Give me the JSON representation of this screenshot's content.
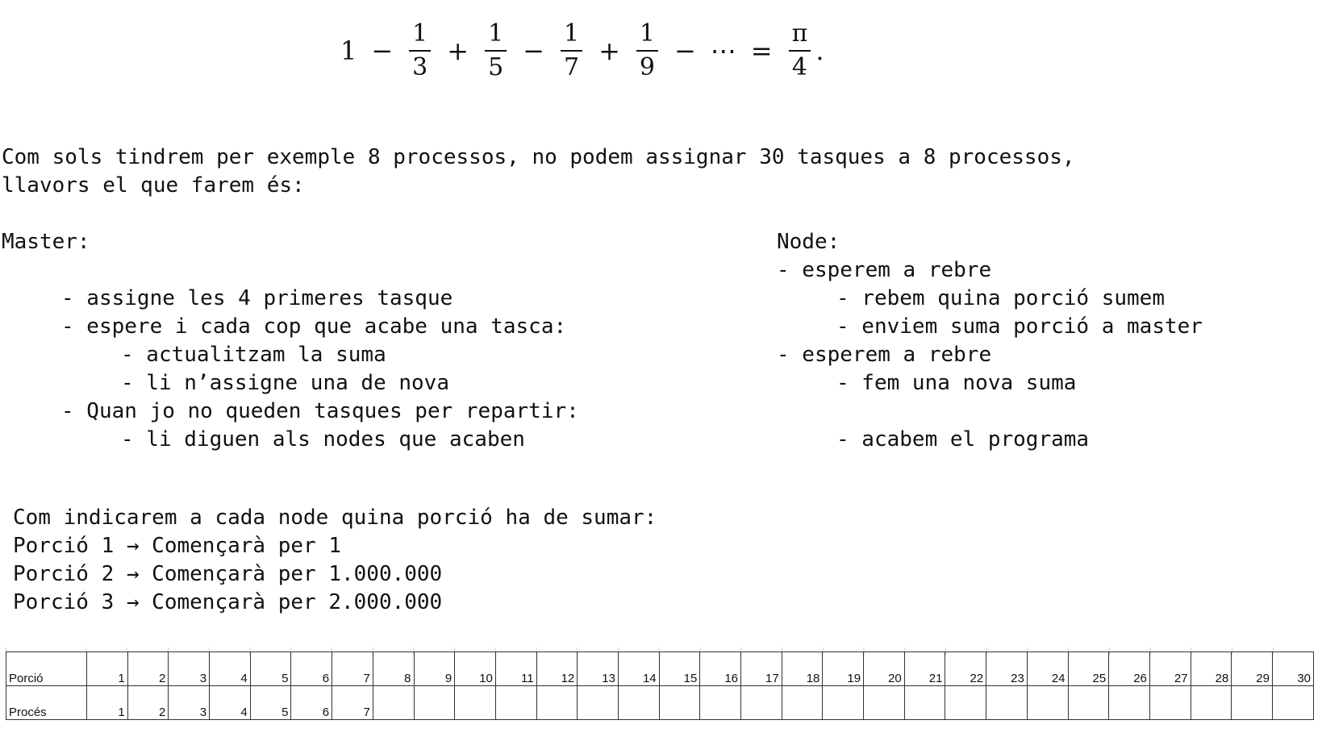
{
  "formula": {
    "lead": "1",
    "op1": "−",
    "f1": {
      "num": "1",
      "den": "3"
    },
    "op2": "+",
    "f2": {
      "num": "1",
      "den": "5"
    },
    "op3": "−",
    "f3": {
      "num": "1",
      "den": "7"
    },
    "op4": "+",
    "f4": {
      "num": "1",
      "den": "9"
    },
    "op5": "−",
    "ellipsis": "⋯",
    "eq": "=",
    "result": {
      "num": "π",
      "den": "4"
    },
    "end": "."
  },
  "intro": {
    "line1": "Com sols tindrem per exemple 8 processos, no podem assignar 30 tasques a 8 processos,",
    "line2": "llavors el que farem és:"
  },
  "master": {
    "title": "Master:",
    "items": [
      "- assigne les 4 primeres tasque",
      "- espere i cada cop que acabe una tasca:",
      "- actualitzam la suma",
      "- li n’assigne una de nova",
      "- Quan jo no queden tasques per repartir:",
      "- li diguen als nodes que acaben"
    ]
  },
  "node": {
    "title": "Node:",
    "items": [
      "- esperem a rebre",
      "- rebem quina porció sumem",
      "- enviem suma porció a master",
      "- esperem a rebre",
      "- fem una nova suma",
      "- acabem el programa"
    ]
  },
  "portions": {
    "heading": "Com indicarem a cada node quina porció ha de sumar:",
    "lines": [
      "Porció 1 → Començarà per 1",
      "Porció 2 → Començarà per 1.000.000",
      "Porció 3 → Començarà per 2.000.000"
    ]
  },
  "table": {
    "row1_label": "Porció",
    "row2_label": "Procés",
    "porcio": [
      "1",
      "2",
      "3",
      "4",
      "5",
      "6",
      "7",
      "8",
      "9",
      "10",
      "11",
      "12",
      "13",
      "14",
      "15",
      "16",
      "17",
      "18",
      "19",
      "20",
      "21",
      "22",
      "23",
      "24",
      "25",
      "26",
      "27",
      "28",
      "29",
      "30"
    ],
    "proces": [
      "1",
      "2",
      "3",
      "4",
      "5",
      "6",
      "7",
      "",
      "",
      "",
      "",
      "",
      "",
      "",
      "",
      "",
      "",
      "",
      "",
      "",
      "",
      "",
      "",
      "",
      "",
      "",
      "",
      "",
      "",
      ""
    ]
  }
}
